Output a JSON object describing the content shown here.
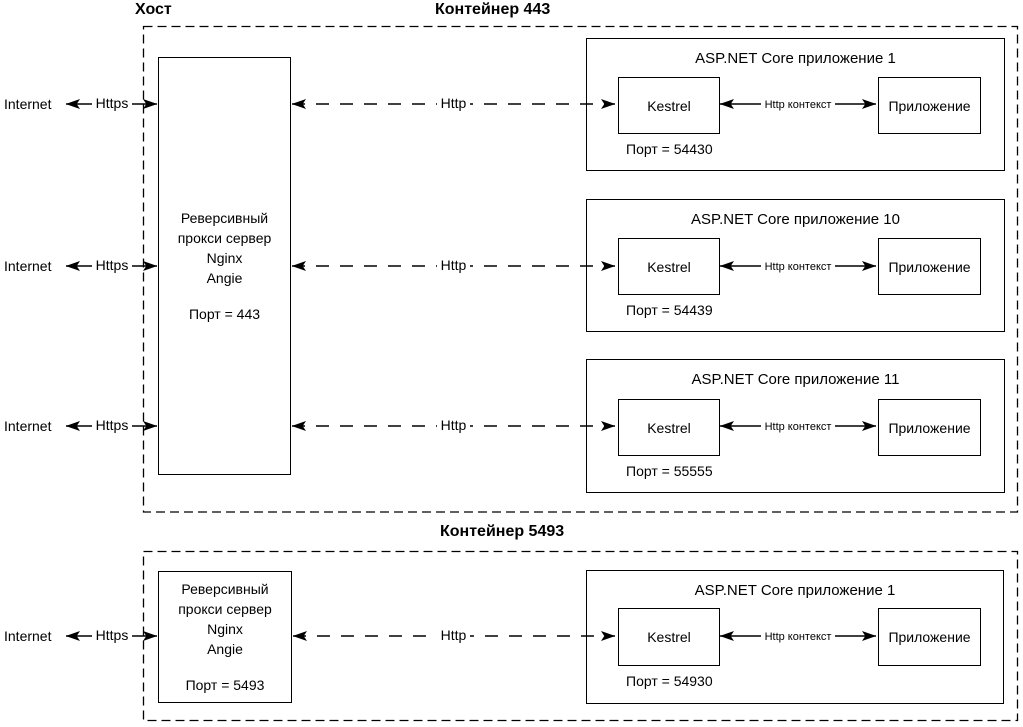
{
  "labels": {
    "host": "Хост",
    "internet": "Internet",
    "https": "Https",
    "http": "Http",
    "http_context": "Http контекст",
    "kestrel": "Kestrel",
    "application": "Приложение"
  },
  "containers": [
    {
      "title": "Контейнер 443",
      "proxy": {
        "lines": [
          "Реверсивный",
          "прокси сервер",
          "Nginx",
          "Angie"
        ],
        "port": "Порт = 443"
      },
      "apps": [
        {
          "title": "ASP.NET Core приложение 1",
          "port": "Порт = 54430"
        },
        {
          "title": "ASP.NET Core приложение 10",
          "port": "Порт = 54439"
        },
        {
          "title": "ASP.NET Core приложение 11",
          "port": "Порт = 55555"
        }
      ]
    },
    {
      "title": "Контейнер 5493",
      "proxy": {
        "lines": [
          "Реверсивный",
          "прокси сервер",
          "Nginx",
          "Angie"
        ],
        "port": "Порт = 5493"
      },
      "apps": [
        {
          "title": "ASP.NET Core приложение 1",
          "port": "Порт = 54930"
        }
      ]
    }
  ],
  "colors": {
    "line": "#000000",
    "text": "#000000",
    "background": "#ffffff"
  }
}
